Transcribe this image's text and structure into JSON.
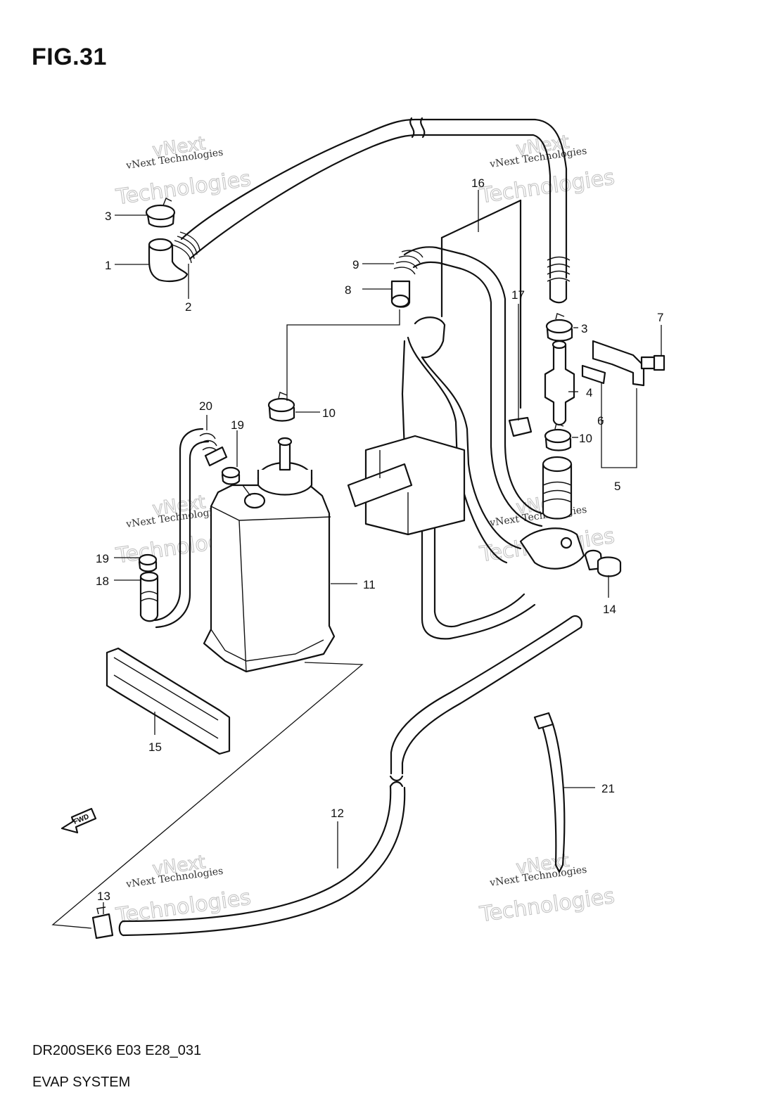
{
  "figure_title": "FIG.31",
  "footer": {
    "code": "DR200SEK6 E03 E28_031",
    "title": "EVAP SYSTEM"
  },
  "callouts": {
    "p1": "1",
    "p2": "2",
    "p3a": "3",
    "p3b": "3",
    "p4": "4",
    "p5": "5",
    "p6": "6",
    "p7": "7",
    "p8": "8",
    "p9": "9",
    "p10a": "10",
    "p10b": "10",
    "p11": "11",
    "p12": "12",
    "p13": "13",
    "p14": "14",
    "p15": "15",
    "p16": "16",
    "p17": "17",
    "p18": "18",
    "p19a": "19",
    "p19b": "19",
    "p20": "20",
    "p21": "21"
  },
  "fwd_arrow_label": "FWD",
  "watermark": {
    "line": "vNext Technologies",
    "word_top": "vNext",
    "word_big": "Technologies"
  }
}
